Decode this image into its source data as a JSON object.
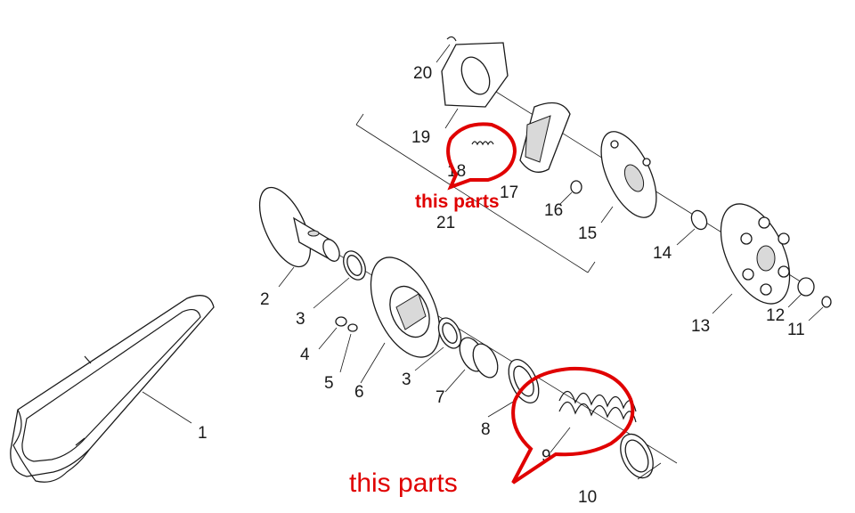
{
  "colors": {
    "ink": "#1a1a1a",
    "highlight": "#e00000",
    "background": "#ffffff"
  },
  "callouts": {
    "n1": "1",
    "n2": "2",
    "n3a": "3",
    "n3b": "3",
    "n4": "4",
    "n5": "5",
    "n6": "6",
    "n7": "7",
    "n8": "8",
    "n9": "9",
    "n10": "10",
    "n11": "11",
    "n12": "12",
    "n13": "13",
    "n14": "14",
    "n15": "15",
    "n16": "16",
    "n17": "17",
    "n18": "18",
    "n19": "19",
    "n20": "20",
    "n21": "21"
  },
  "annotations": {
    "upper_note": "this parts",
    "lower_note": "this parts"
  }
}
